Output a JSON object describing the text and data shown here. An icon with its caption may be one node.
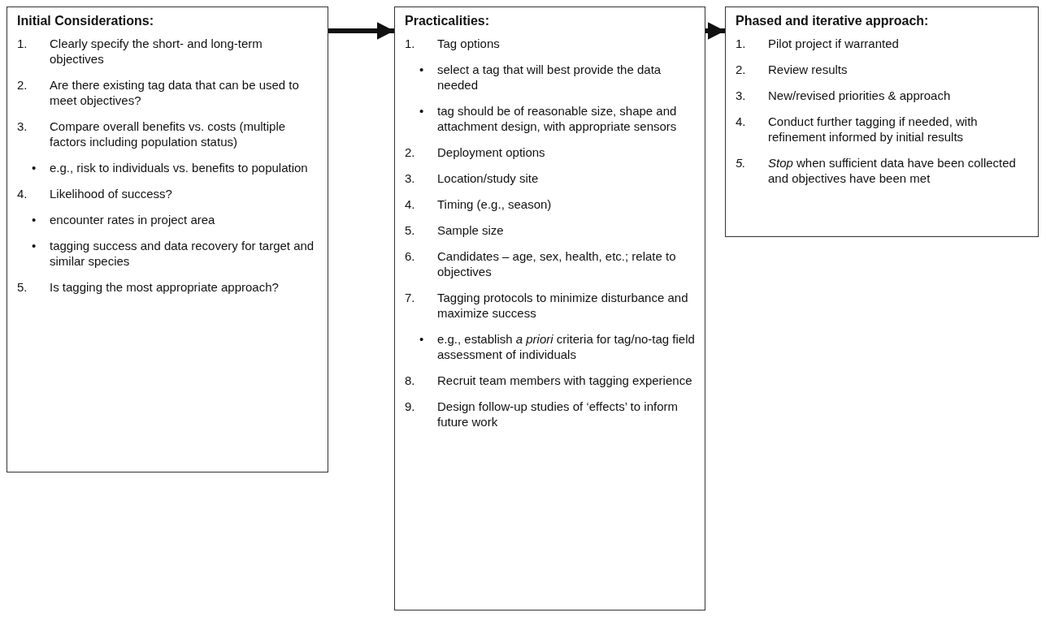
{
  "diagram": {
    "nodes": [
      {
        "text": [
          "Initial Considerations:",
          "1. Clearly specify the short- and long-term objectives",
          "2. Are there existing tag data that can be used to meet objectives?",
          "3. Compare overall benefits vs. costs (multiple factors including population status)",
          "• e.g., risk to individuals vs. benefits to population",
          "4. Likelihood of success?",
          "• encounter rates in project area",
          "• tagging success and data recovery for target and similar species",
          "5. Is tagging the most appropriate approach?"
        ]
      },
      {
        "text": [
          "Practicalities:",
          "1. Tag options",
          "• select a tag that will best provide the data needed",
          "• tag should be of reasonable size, shape and attachment design, with appropriate sensors",
          "2. Deployment options",
          "3. Location/study site",
          "4. Timing (e.g., season)",
          "5. Sample size",
          "6. Candidates – age, sex, health, etc.; relate to objectives",
          "7. Tagging protocols to minimize disturbance and maximize success",
          "• e.g., establish *a priori* criteria for tag/no-tag field assessment of individuals",
          "8. Recruit team members with tagging experience",
          "9. Design follow-up studies of ‘effects’ to inform future work"
        ]
      },
      {
        "text": [
          "Phased and iterative approach:",
          "1. Pilot project if warranted",
          "2. Review results",
          "3. New/revised priorities & approach",
          "4. Conduct further tagging if needed, with refinement informed by initial results",
          "*5.* *Stop* when sufficient data have been collected and objectives have been met"
        ]
      }
    ],
    "edges": [
      {
        "from": 0,
        "to": 1,
        "arrow": "to"
      },
      {
        "from": 1,
        "to": 2,
        "arrow": "to"
      }
    ]
  }
}
